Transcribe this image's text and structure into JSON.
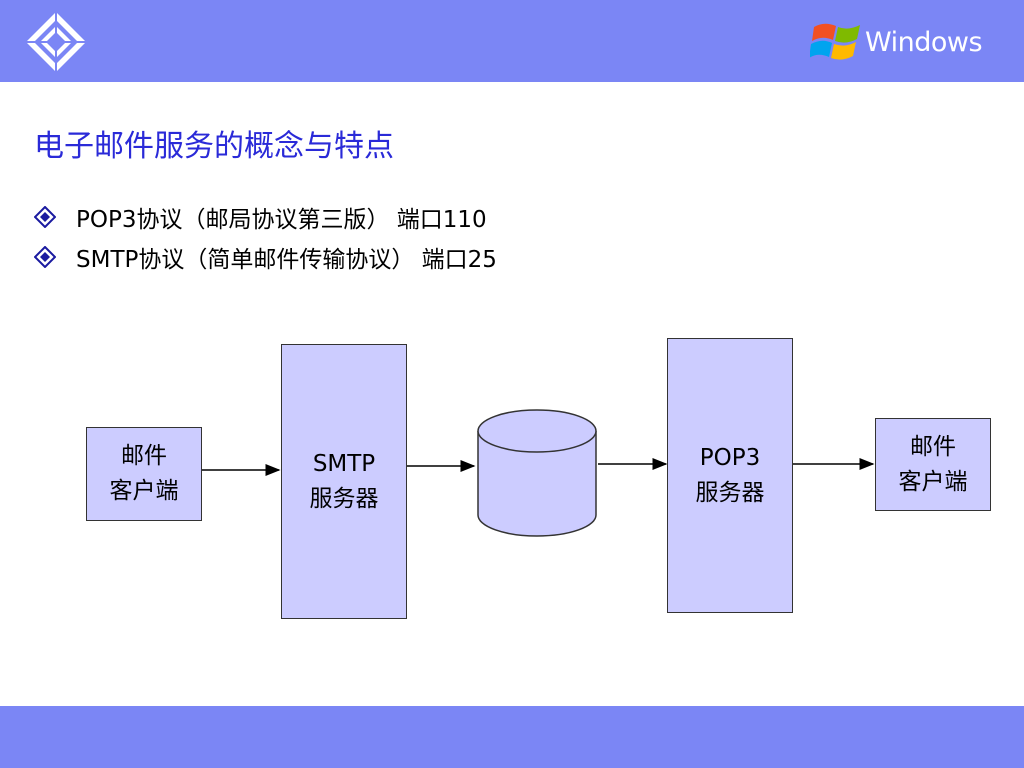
{
  "header": {
    "brand_text": "Windows",
    "logo_left_icon": "diamond-pattern-icon",
    "logo_right_icon": "windows-flag-icon",
    "bar_color": "#7b86f5"
  },
  "title": "电子邮件服务的概念与特点",
  "bullets": [
    {
      "icon": "diamond-bullet-icon",
      "text": "POP3协议（邮局协议第三版）  端口110"
    },
    {
      "icon": "diamond-bullet-icon",
      "text": "SMTP协议（简单邮件传输协议） 端口25"
    }
  ],
  "diagram": {
    "client_left": {
      "line1": "邮件",
      "line2": "客户端"
    },
    "smtp_server": {
      "line1": "SMTP",
      "line2": "服务器"
    },
    "storage_icon": "database-cylinder-icon",
    "pop3_server": {
      "line1": "POP3",
      "line2": "服务器"
    },
    "client_right": {
      "line1": "邮件",
      "line2": "客户端"
    },
    "box_fill": "#ccccff"
  }
}
